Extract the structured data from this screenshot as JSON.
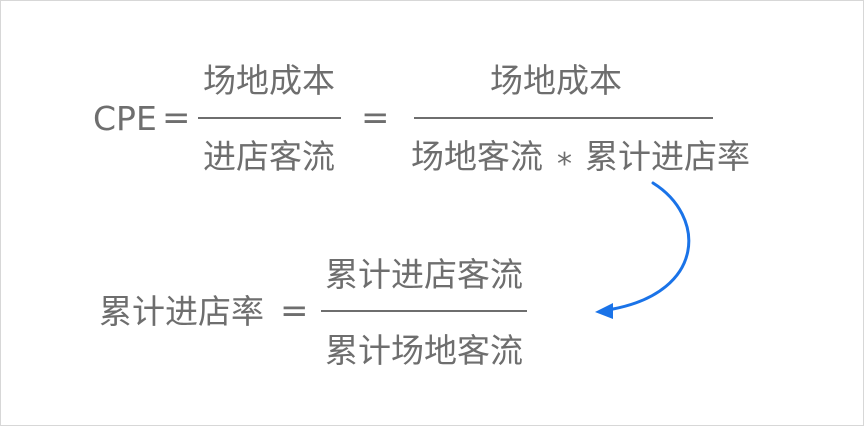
{
  "formula1": {
    "lhs": "CPE",
    "equals1": "=",
    "frac1_numerator": "场地成本",
    "frac1_denominator": "进店客流",
    "equals2": "=",
    "frac2_numerator": "场地成本",
    "frac2_denominator_part1": "场地客流",
    "frac2_multiply": "*",
    "frac2_denominator_part2": "累计进店率"
  },
  "formula2": {
    "lhs": "累计进店率",
    "equals": "=",
    "numerator": "累计进店客流",
    "denominator": "累计场地客流"
  },
  "colors": {
    "text": "#6e6e6e",
    "arrow": "#1a73e8",
    "border": "#d7d7d7"
  },
  "icons": {
    "arrow": "curved-arrow-icon"
  }
}
